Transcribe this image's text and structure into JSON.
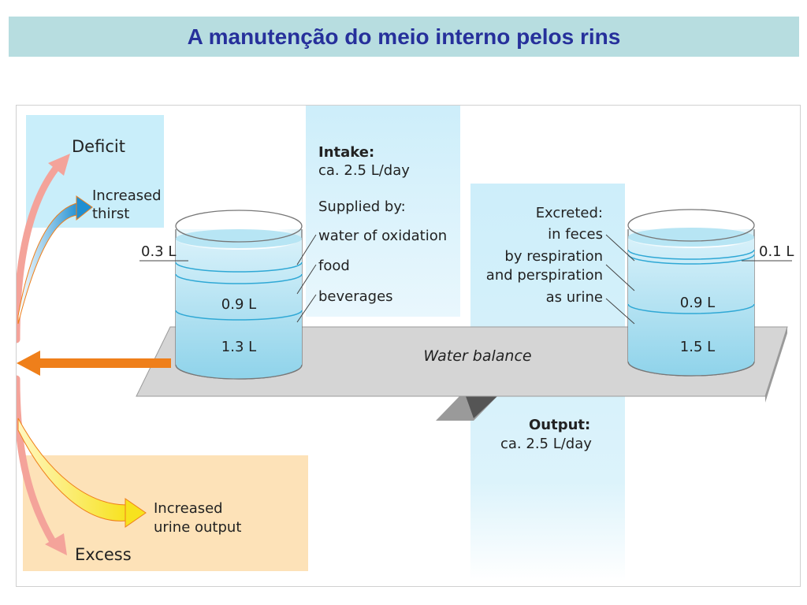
{
  "page": {
    "title": "A manutenção do meio interno pelos rins"
  },
  "diagram": {
    "left_panel": {
      "deficit": "Deficit",
      "increased_thirst": [
        "Increased",
        "thirst"
      ],
      "excess": "Excess",
      "increased_urine": [
        "Increased",
        "urine output"
      ]
    },
    "intake": {
      "heading": "Intake:",
      "rate": "ca. 2.5 L/day",
      "supplied_by": "Supplied by:",
      "sources": [
        "water of oxidation",
        "food",
        "beverages"
      ],
      "amounts": [
        "0.3 L",
        "0.9 L",
        "1.3 L"
      ]
    },
    "output": {
      "heading": "Output:",
      "rate": "ca. 2.5 L/day",
      "excreted": "Excreted:",
      "routes": [
        "in feces",
        "by respiration",
        "and perspiration",
        "as urine"
      ],
      "amounts": [
        "0.1 L",
        "0.9 L",
        "1.5 L"
      ]
    },
    "balance_label": "Water balance",
    "colors": {
      "title_bg": "#b7dde0",
      "title_text": "#26309b",
      "deficit_panel": "#c9eefa",
      "excess_panel": "#fde2b8",
      "intake_panel": "#cdeefa",
      "arrow_orange": "#ef7f1a",
      "arrow_pink": "#f4a39a",
      "water": "#8fd3ea"
    }
  }
}
